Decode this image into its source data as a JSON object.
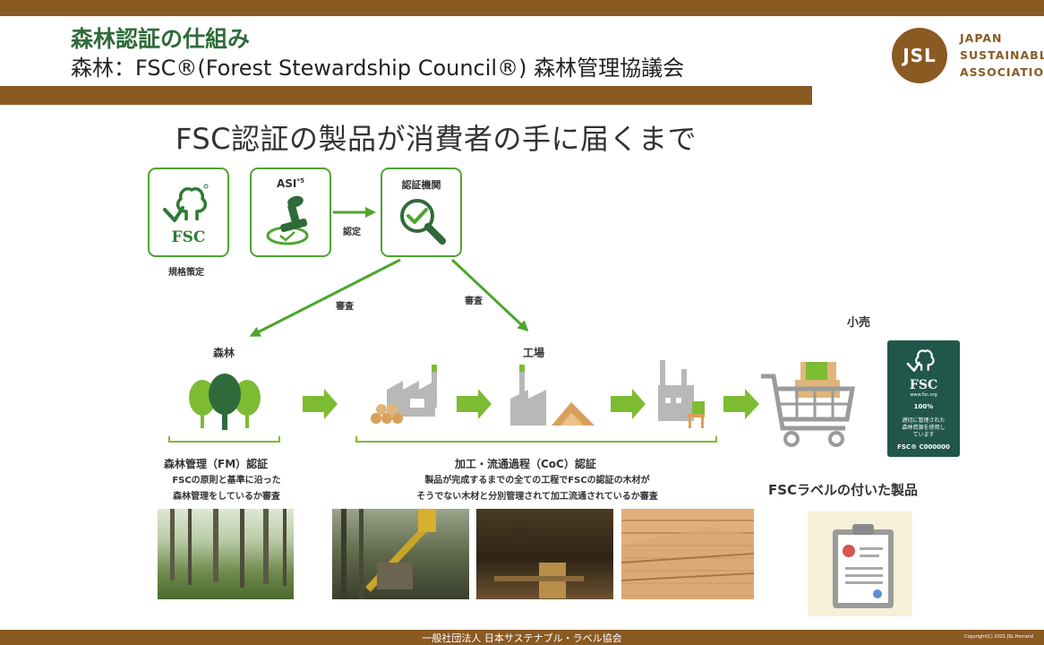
{
  "header": {
    "title_line1": "森林認証の仕組み",
    "title_line2": "森林：FSC®(Forest Stewardship Council®) 森林管理協議会"
  },
  "logo": {
    "initials": "JSL",
    "name_lines": [
      "JAPAN",
      "SUSTAINABLE",
      "ASSOCIATION"
    ]
  },
  "slide": {
    "subtitle": "FSC認証の製品が消費者の手に届くまで"
  },
  "top_boxes": {
    "fsc_text": "FSC",
    "fsc_caption": "規格策定",
    "asi_title": "ASI",
    "asi_sup": "*5",
    "cert_arrow_label": "認定",
    "cb_title": "認証機関",
    "audit_left": "審査",
    "audit_right": "審査"
  },
  "flow": {
    "forest_label": "森林",
    "factory_label": "工場",
    "retail_label": "小売",
    "fm_title": "森林管理（FM）認証",
    "fm_desc_1": "FSCの原則と基準に沿った",
    "fm_desc_2": "森林管理をしているか審査",
    "coc_title": "加工・流通過程（CoC）認証",
    "coc_desc_1": "製品が完成するまでの全ての工程でFSCの認証の木材が",
    "coc_desc_2": "そうでない木材と分別管理されて加工流通されているか審査",
    "product_title": "FSCラベルの付いた製品"
  },
  "fsc_label": {
    "brand": "FSC",
    "url": "www.fsc.org",
    "percent": "100%",
    "text_1": "適切に管理された",
    "text_2": "森林資源を使用し",
    "text_3": "ています",
    "code": "FSC® C000000"
  },
  "footer": {
    "org": "一般社団法人 日本サステナブル・ラベル協会",
    "copyright": "Copyright(C) 2021 JSL.Herrand"
  },
  "colors": {
    "brown": "#8a5a23",
    "green": "#4ea52f",
    "dark_green": "#2f6b3a",
    "fsc_label_bg": "#21574a"
  }
}
